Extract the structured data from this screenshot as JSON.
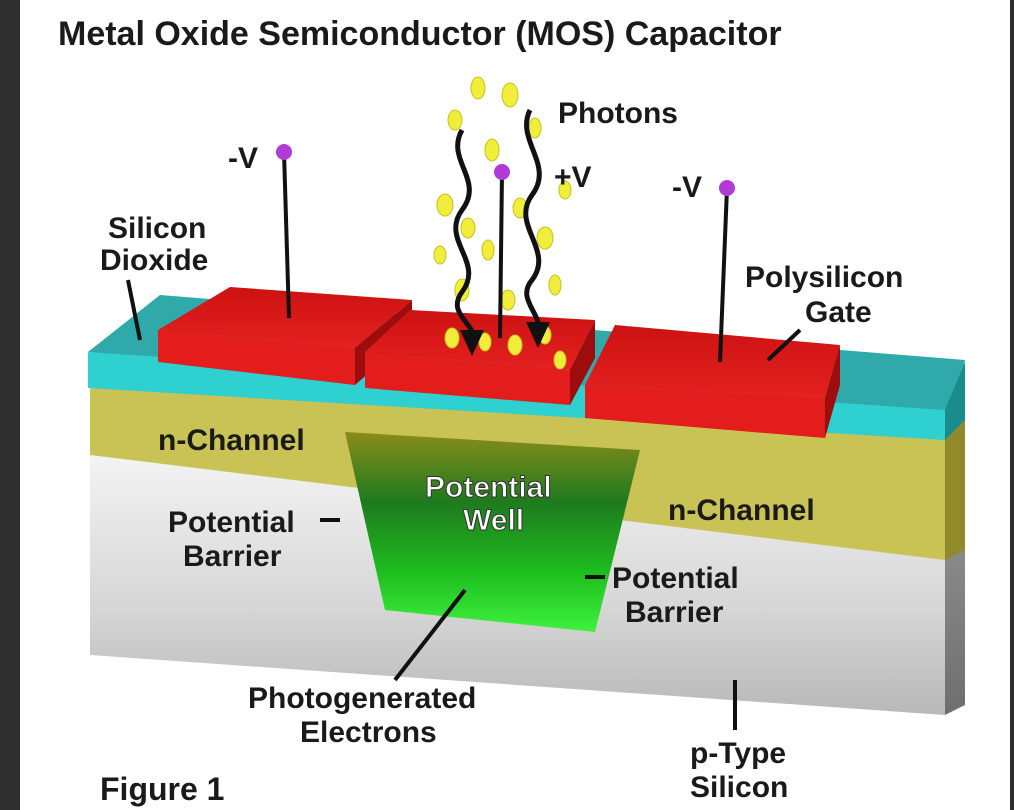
{
  "title": "Metal Oxide Semiconductor (MOS) Capacitor",
  "figure_label": "Figure 1",
  "labels": {
    "photons": "Photons",
    "neg_v_left": "-V",
    "pos_v": "+V",
    "neg_v_right": "-V",
    "silicon_dioxide_1": "Silicon",
    "silicon_dioxide_2": "Dioxide",
    "polysilicon_gate_1": "Polysilicon",
    "polysilicon_gate_2": "Gate",
    "n_channel_left": "n-Channel",
    "n_channel_right": "n-Channel",
    "potential_well_1": "Potential",
    "potential_well_2": "Well",
    "potential_barrier_left_1": "Potential",
    "potential_barrier_left_2": "Barrier",
    "potential_barrier_right_1": "Potential",
    "potential_barrier_right_2": "Barrier",
    "photogenerated_1": "Photogenerated",
    "photogenerated_2": "Electrons",
    "p_type_1": "p-Type",
    "p_type_2": "Silicon"
  },
  "colors": {
    "gate_red": "#e01818",
    "oxide_cyan": "#2ed0d0",
    "n_channel_olive": "#c9c255",
    "substrate_gray": "#dcdcdc",
    "well_green": "#22d422",
    "photon_yellow": "#f0ee3a",
    "terminal_purple": "#b23bd6"
  }
}
